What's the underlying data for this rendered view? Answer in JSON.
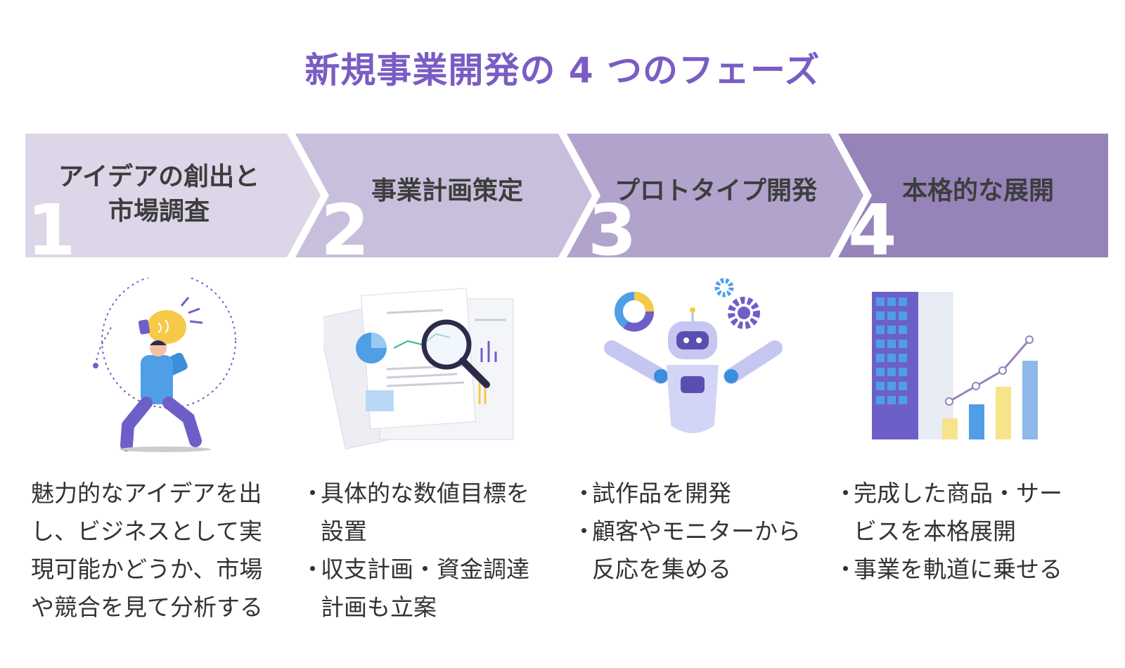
{
  "title": "新規事業開発の 4 つのフェーズ",
  "colors": {
    "title": "#7a5cc4",
    "phase1": "#dcd6e8",
    "phase2": "#c8bfdc",
    "phase3": "#b2a3cd",
    "phase4": "#9683b9"
  },
  "phases": [
    {
      "number": "1",
      "label": "アイデアの創出と\n市場調査",
      "illustration": "person-lifting-lightbulb",
      "description": "魅力的なアイデアを出\nし、ビジネスとして実\n現可能かどうか、市場\nや競合を見て分析する"
    },
    {
      "number": "2",
      "label": "事業計画策定",
      "illustration": "documents-magnifier",
      "bullets": [
        "具体的な数値目標を\n設置",
        "収支計画・資金調達\n計画も立案"
      ]
    },
    {
      "number": "3",
      "label": "プロトタイプ開発",
      "illustration": "robot-gears",
      "bullets": [
        "試作品を開発",
        "顧客やモニターから\n反応を集める"
      ]
    },
    {
      "number": "4",
      "label": "本格的な展開",
      "illustration": "building-growth-chart",
      "bullets": [
        "完成した商品・サー\nビスを本格展開",
        "事業を軌道に乗せる"
      ]
    }
  ],
  "bullet_char": "・"
}
